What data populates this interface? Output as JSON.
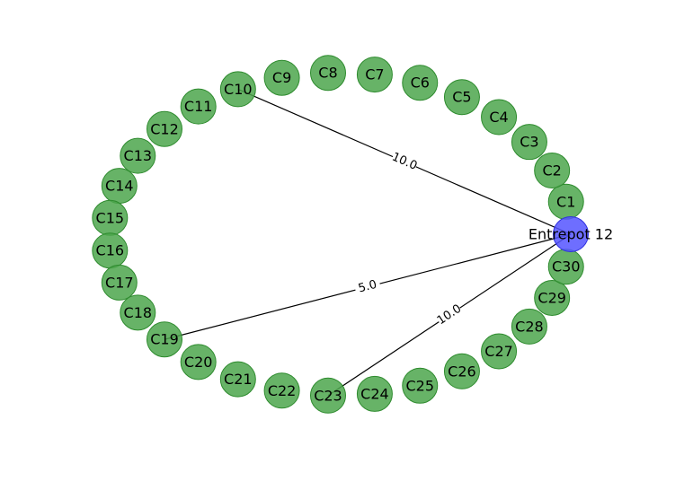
{
  "colors": {
    "client_node": "#4ca64c",
    "client_stroke": "#2e8b2e",
    "depot_node": "#5555ff",
    "depot_stroke": "#3030e0",
    "edge": "#000000"
  },
  "depot": {
    "id": "depot",
    "label": "Entrepot 12"
  },
  "clients": [
    {
      "id": "C1",
      "label": "C1"
    },
    {
      "id": "C2",
      "label": "C2"
    },
    {
      "id": "C3",
      "label": "C3"
    },
    {
      "id": "C4",
      "label": "C4"
    },
    {
      "id": "C5",
      "label": "C5"
    },
    {
      "id": "C6",
      "label": "C6"
    },
    {
      "id": "C7",
      "label": "C7"
    },
    {
      "id": "C8",
      "label": "C8"
    },
    {
      "id": "C9",
      "label": "C9"
    },
    {
      "id": "C10",
      "label": "C10"
    },
    {
      "id": "C11",
      "label": "C11"
    },
    {
      "id": "C12",
      "label": "C12"
    },
    {
      "id": "C13",
      "label": "C13"
    },
    {
      "id": "C14",
      "label": "C14"
    },
    {
      "id": "C15",
      "label": "C15"
    },
    {
      "id": "C16",
      "label": "C16"
    },
    {
      "id": "C17",
      "label": "C17"
    },
    {
      "id": "C18",
      "label": "C18"
    },
    {
      "id": "C19",
      "label": "C19"
    },
    {
      "id": "C20",
      "label": "C20"
    },
    {
      "id": "C21",
      "label": "C21"
    },
    {
      "id": "C22",
      "label": "C22"
    },
    {
      "id": "C23",
      "label": "C23"
    },
    {
      "id": "C24",
      "label": "C24"
    },
    {
      "id": "C25",
      "label": "C25"
    },
    {
      "id": "C26",
      "label": "C26"
    },
    {
      "id": "C27",
      "label": "C27"
    },
    {
      "id": "C28",
      "label": "C28"
    },
    {
      "id": "C29",
      "label": "C29"
    },
    {
      "id": "C30",
      "label": "C30"
    }
  ],
  "edges": [
    {
      "from": "C10",
      "to": "depot",
      "label": "10.0"
    },
    {
      "from": "C19",
      "to": "depot",
      "label": "5.0"
    },
    {
      "from": "C23",
      "to": "depot",
      "label": "10.0"
    }
  ]
}
